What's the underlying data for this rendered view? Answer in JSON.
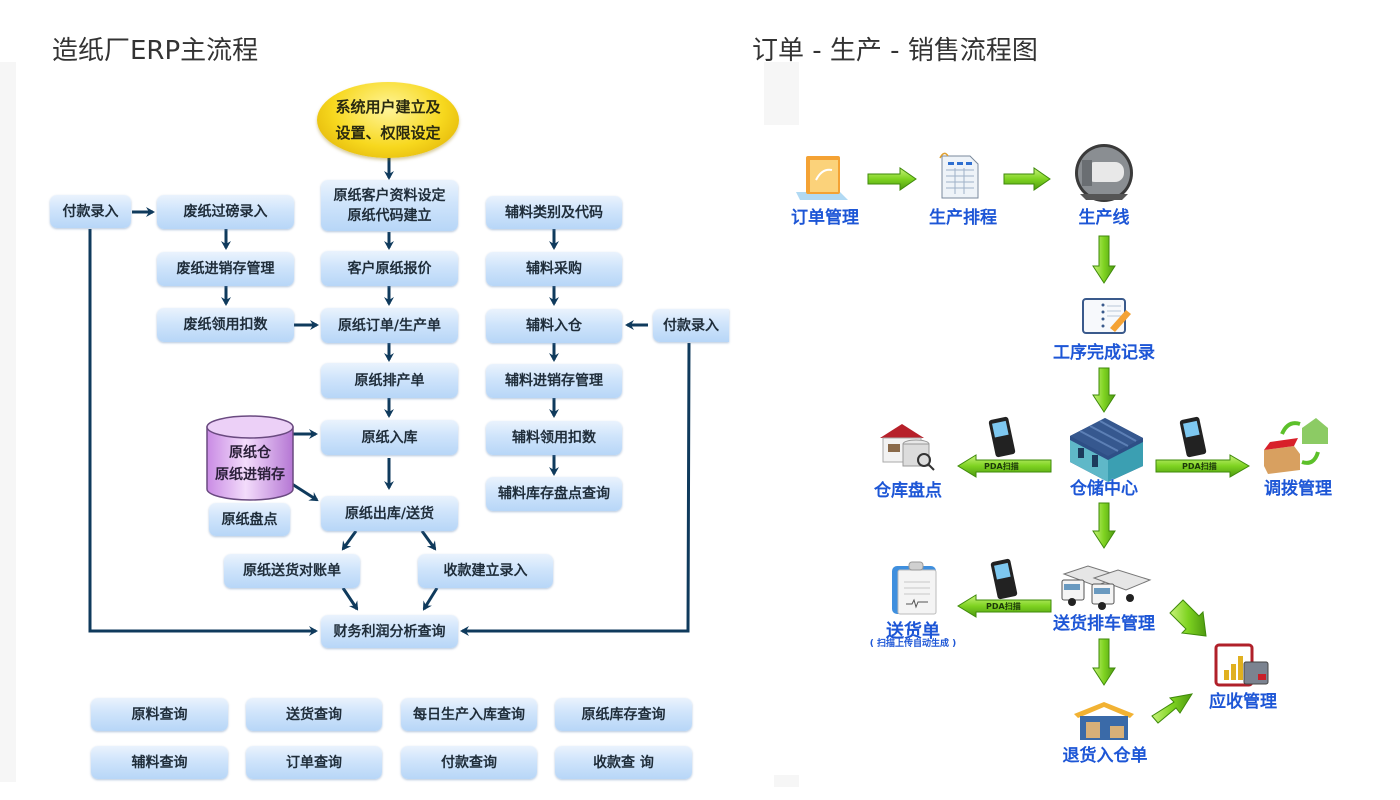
{
  "left": {
    "title": "造纸厂ERP主流程",
    "start": "系统用户建立及\n设置、权限设定",
    "main_column": [
      "原纸客户资料设定\n原纸代码建立",
      "客户原纸报价",
      "原纸订单/生产单",
      "原纸排产单",
      "原纸入库",
      "原纸出库/送货"
    ],
    "waste_column": [
      "废纸过磅录入",
      "废纸进销存管理",
      "废纸领用扣数"
    ],
    "payment_left": "付款录入",
    "payment_right": "付款录入",
    "aux_column": [
      "辅料类别及代码",
      "辅料采购",
      "辅料入仓",
      "辅料进销存管理",
      "辅料领用扣数",
      "辅料库存盘点查询"
    ],
    "warehouse_cylinder": "原纸仓\n原纸进销存",
    "inventory_check": "原纸盘点",
    "delivery_statement": "原纸送货对账单",
    "receipt_entry": "收款建立录入",
    "finance": "财务利润分析查询",
    "queries": [
      [
        "原料查询",
        "送货查询",
        "每日生产入库查询",
        "原纸库存查询"
      ],
      [
        "辅料查询",
        "订单查询",
        "付款查询",
        "收款查 询"
      ]
    ]
  },
  "right": {
    "title": "订单 - 生产 - 销售流程图",
    "nodes": {
      "order": "订单管理",
      "schedule": "生产排程",
      "line": "生产线",
      "process": "工序完成记录",
      "warehouse": "仓储中心",
      "stocktake": "仓库盘点",
      "transfer": "调拨管理",
      "delivery_dispatch": "送货排车管理",
      "delivery_note": "送货单",
      "delivery_note_sub": "( 扫描上传自动生成 )",
      "receivable": "应收管理",
      "return": "退货入仓单"
    },
    "pda_label": "PDA扫描"
  },
  "colors": {
    "box_top": "#eaf3fd",
    "box_bottom": "#b7d6f7",
    "connector": "#0f3a5c",
    "ellipse": "#f7d81e",
    "cylinder": "#d8a8ee",
    "node_text": "#1d56d6",
    "green_arrow": "#7ed321"
  }
}
